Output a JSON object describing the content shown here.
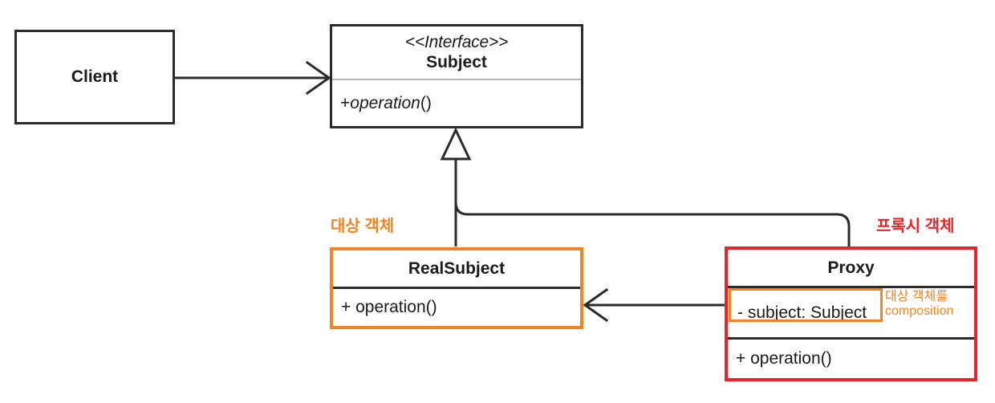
{
  "diagram": {
    "title": "Proxy Pattern UML Class Diagram",
    "colors": {
      "stroke": "#2b2b2b",
      "orange": "#F58220",
      "red": "#EB2227",
      "separator_light": "#b8b8b8",
      "background": "#ffffff"
    }
  },
  "classes": {
    "client": {
      "name": "Client"
    },
    "subject": {
      "stereotype": "<<Interface>>",
      "name": "Subject",
      "operation_prefix": "+ ",
      "operation_name": "operation",
      "operation_suffix": "()"
    },
    "real_subject": {
      "name": "RealSubject",
      "operation": "+ operation()"
    },
    "proxy": {
      "name": "Proxy",
      "field": "- subject: Subject",
      "operation": "+ operation()"
    }
  },
  "annotations": {
    "real_subject_label": "대상 객체",
    "proxy_label": "프록시 객체",
    "composition_note_line1": "대상 객체를",
    "composition_note_line2": "composition"
  },
  "connectors": [
    {
      "name": "client-to-subject-association",
      "type": "association",
      "arrow": "open",
      "from": "Client",
      "to": "Subject"
    },
    {
      "name": "realsubject-to-subject-generalization",
      "type": "generalization",
      "arrow": "hollow-triangle",
      "from": "RealSubject",
      "to": "Subject"
    },
    {
      "name": "proxy-to-subject-generalization",
      "type": "generalization",
      "arrow": "hollow-triangle",
      "from": "Proxy",
      "to": "Subject"
    },
    {
      "name": "proxy-to-realsubject-association",
      "type": "association",
      "arrow": "open",
      "from": "Proxy",
      "to": "RealSubject"
    }
  ]
}
